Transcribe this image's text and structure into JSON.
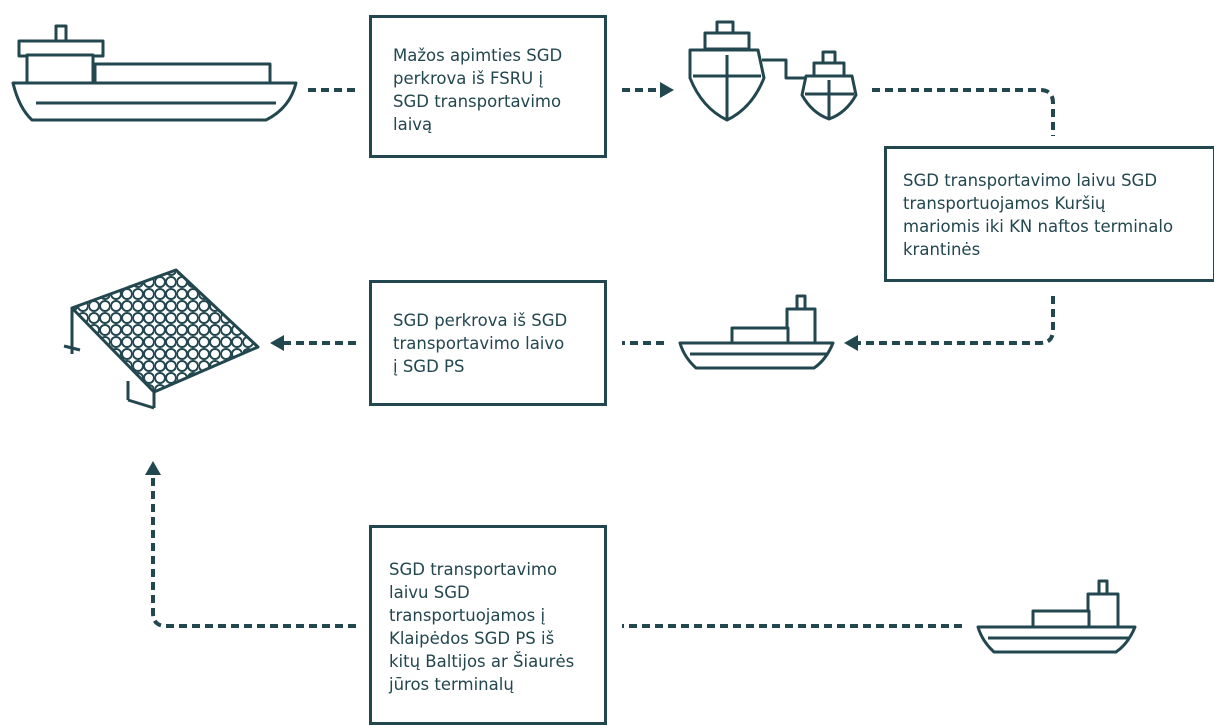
{
  "colors": {
    "primary": "#23474f",
    "background": "#ffffff"
  },
  "steps": [
    {
      "text": "Mažos apimties SGD\nperkrova iš FSRU į\nSGD transportavimo\nlaivą"
    },
    {
      "text": "SGD transportavimo laivu SGD\ntransportuojamos Kuršių\nmariomis iki KN naftos terminalo\nkrantinės"
    },
    {
      "text": "SGD perkrova iš SGD\ntransportavimo laivo\nį SGD PS"
    },
    {
      "text": "SGD transportavimo\nlaivu SGD\ntransportuojamos į\nKlaipėdos SGD PS iš\nkitų Baltijos ar Šiaurės\njūros terminalų"
    }
  ],
  "icons": [
    "fsru-ship-icon",
    "two-tankers-icon",
    "lng-carrier-icon",
    "storage-tanks-icon",
    "lng-carrier-icon"
  ]
}
